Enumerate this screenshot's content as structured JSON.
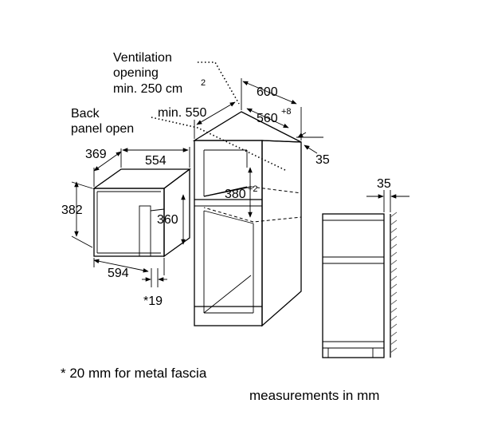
{
  "labels": {
    "ventilation_line1": "Ventilation",
    "ventilation_line2": "opening",
    "ventilation_line3": "min. 250 cm",
    "ventilation_sup": "2",
    "back_panel_line1": "Back",
    "back_panel_line2": "panel open",
    "min_550": "min. 550"
  },
  "dimensions": {
    "microwave_depth": "369",
    "microwave_width_body": "554",
    "microwave_height": "382",
    "microwave_inner_height": "360",
    "microwave_front_width": "594",
    "microwave_fascia": "*19",
    "cabinet_width": "600",
    "cabinet_inner_width": "560",
    "cabinet_inner_width_tol": "+8",
    "cabinet_rear_gap": "35",
    "niche_height": "380",
    "niche_height_tol": "+2",
    "side_gap": "35"
  },
  "footnotes": {
    "metal_fascia": "* 20 mm for metal fascia",
    "units": "measurements in mm"
  }
}
